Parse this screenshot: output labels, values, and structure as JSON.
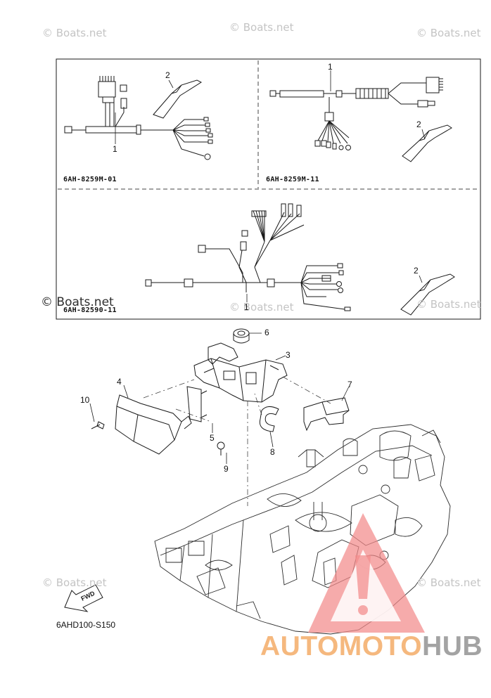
{
  "watermark": "© Boats.net",
  "kits": [
    {
      "code": "6AH-8259M-01"
    },
    {
      "code": "6AH-8259M-11"
    },
    {
      "code": "6AH-82590-11"
    }
  ],
  "callouts": [
    "1",
    "2",
    "3",
    "4",
    "5",
    "6",
    "7",
    "8",
    "9",
    "10"
  ],
  "diagram_code": "6AHD100-S150",
  "fwd_label": "FWD",
  "brand": {
    "part1": "AUTOMOTO",
    "part2": "HUB"
  },
  "colors": {
    "line": "#1a1a1a",
    "dash": "#444444",
    "brand_orange": "#f5b87e",
    "brand_gray": "#a3a3a3",
    "warning_red": "#f28a8a"
  }
}
